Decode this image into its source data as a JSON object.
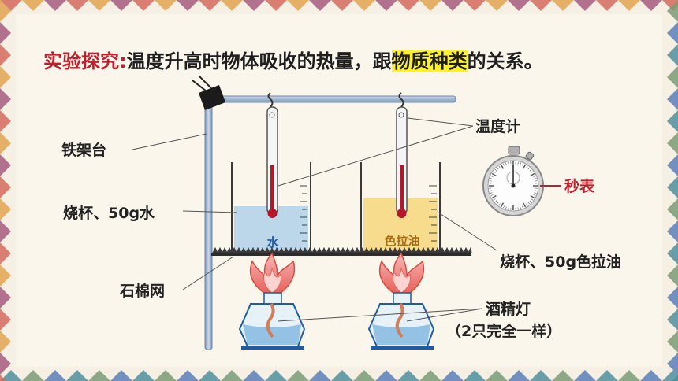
{
  "title": {
    "prefix": "实验探究:",
    "part1": "温度升高时物体吸收的热量，跟",
    "highlight": "物质种类",
    "part2": "的关系。"
  },
  "labels": {
    "stand": "铁架台",
    "thermometer": "温度计",
    "stopwatch": "秒表",
    "beaker_water": "烧杯、50g水",
    "beaker_oil": "烧杯、50g色拉油",
    "gauze": "石棉网",
    "lamp_line1": "酒精灯",
    "lamp_line2": "（2只完全一样）",
    "water_text": "水",
    "oil_text": "色拉油"
  },
  "colors": {
    "title_accent": "#c0202c",
    "highlight": "#fff22a",
    "water": "#bcd7ea",
    "oil": "#f6dc8c",
    "mercury": "#b3182a",
    "stopwatch_label": "#c0202c"
  }
}
